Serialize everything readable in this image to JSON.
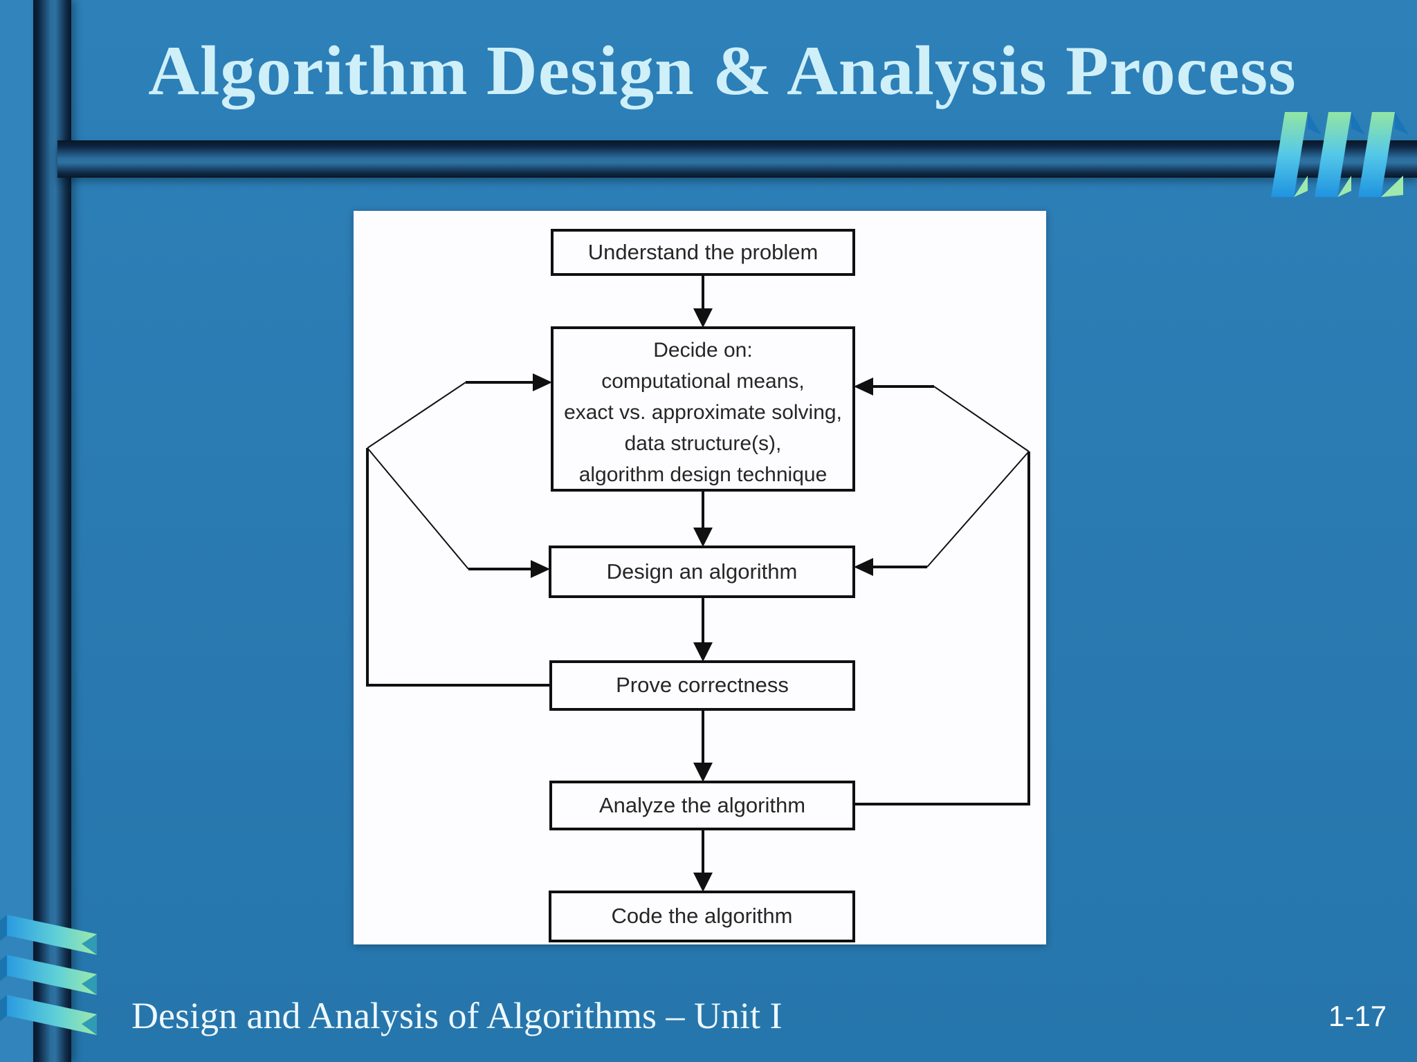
{
  "slide": {
    "title": "Algorithm Design & Analysis Process",
    "footer": "Design and Analysis of Algorithms – Unit I",
    "page_number": "1-17"
  },
  "flowchart": {
    "nodes": [
      {
        "id": "understand",
        "label": "Understand the problem"
      },
      {
        "id": "decide",
        "label": "Decide on:\ncomputational means,\nexact vs. approximate solving,\ndata structure(s),\nalgorithm design technique"
      },
      {
        "id": "design",
        "label": "Design an algorithm"
      },
      {
        "id": "prove",
        "label": "Prove correctness"
      },
      {
        "id": "analyze",
        "label": "Analyze the algorithm"
      },
      {
        "id": "code",
        "label": "Code the algorithm"
      }
    ],
    "edges": [
      {
        "from": "understand",
        "to": "decide",
        "type": "forward"
      },
      {
        "from": "decide",
        "to": "design",
        "type": "forward"
      },
      {
        "from": "design",
        "to": "prove",
        "type": "forward"
      },
      {
        "from": "prove",
        "to": "analyze",
        "type": "forward"
      },
      {
        "from": "analyze",
        "to": "code",
        "type": "forward"
      },
      {
        "from": "prove",
        "to": "decide",
        "type": "feedback"
      },
      {
        "from": "prove",
        "to": "design",
        "type": "feedback"
      },
      {
        "from": "analyze",
        "to": "decide",
        "type": "feedback"
      },
      {
        "from": "analyze",
        "to": "design",
        "type": "feedback"
      }
    ]
  },
  "decorations": {
    "top_right": "diagonal-ribbon-stripes-icon",
    "bottom_left": "ribbon-wrapped-pillar-icon"
  },
  "colors": {
    "background": "#2A7AB2",
    "accent_dark": "#0B2038",
    "title_text": "#CFF0F9",
    "footer_text": "#EEF8FC",
    "panel": "#FDFDFF",
    "diagram_ink": "#101010",
    "ribbon_green": "#9BE9A8",
    "ribbon_blue": "#1E96DC"
  }
}
